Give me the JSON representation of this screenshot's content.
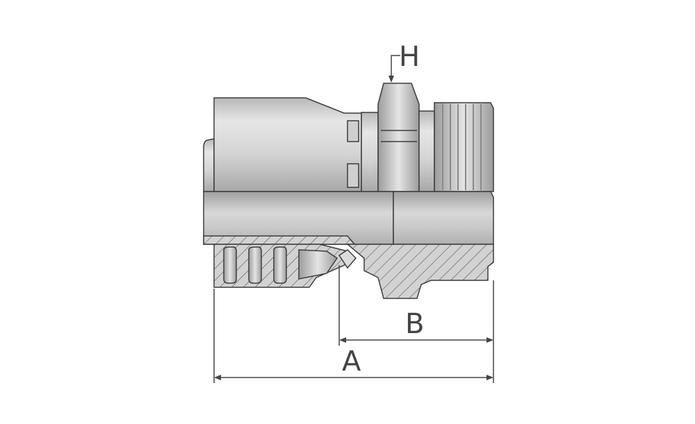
{
  "dimensions": {
    "hex_label": "H",
    "short_length_label": "B",
    "overall_length_label": "A"
  },
  "colors": {
    "outline": "#3c3c3c",
    "hatch": "#4a4a4a",
    "metal_light": "#dcdcdc",
    "metal_mid": "#c4c4c4",
    "metal_dark": "#9a9a9a",
    "section_fill": "#cfcfcf"
  }
}
